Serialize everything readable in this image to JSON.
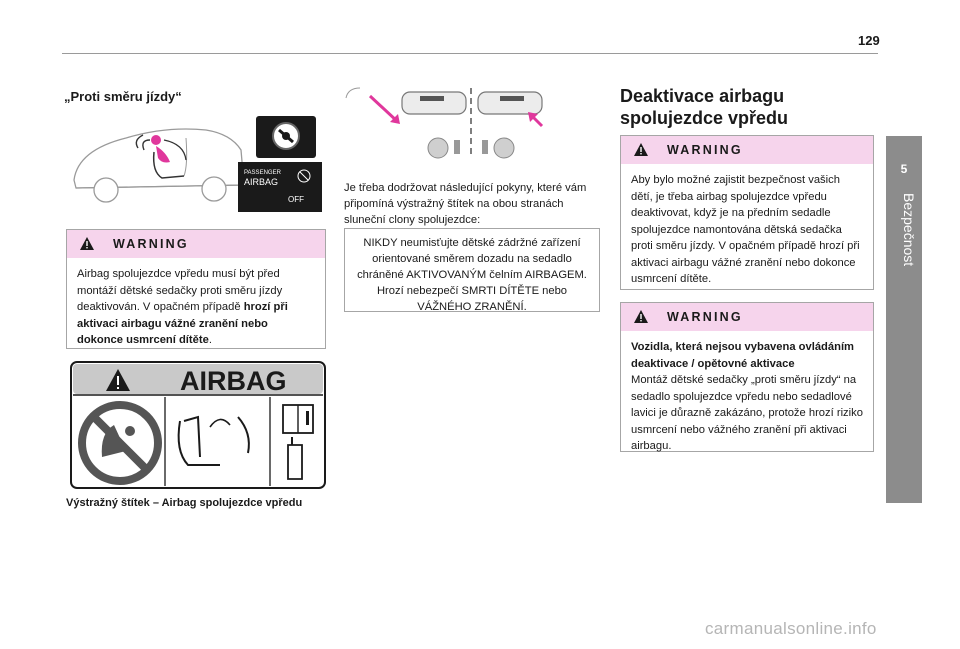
{
  "page": {
    "number": "129",
    "side_tab": {
      "number": "5",
      "label": "Bezpečnost"
    }
  },
  "col1": {
    "heading": "„Proti směru jízdy“",
    "airbag_switch": {
      "passenger": "PASSENGER",
      "airbag": "AIRBAG",
      "off": "OFF"
    },
    "warning": {
      "title": "WARNING",
      "text_plain": "Airbag spolujezdce vpředu musí být před montáží dětské sedačky proti směru jízdy deaktivován. V opačném případě ",
      "text_bold": "hrozí při aktivaci airbagu vážné zranění nebo dokonce usmrcení dítěte",
      "text_end": "."
    },
    "label_image": {
      "title": "AIRBAG"
    },
    "caption": "Výstražný štítek – Airbag spolujezdce vpředu"
  },
  "col2": {
    "intro": "Je třeba dodržovat následující pokyny, které vám připomíná výstražný štítek na obou stranách sluneční clony spolujezdce:",
    "notice": "NIKDY neumisťujte dětské zádržné zařízení orientované směrem dozadu na sedadlo chráněné AKTIVOVANÝM čelním AIRBAGEM. Hrozí nebezpečí SMRTI DÍTĚTE nebo VÁŽNÉHO ZRANĚNÍ."
  },
  "col3": {
    "heading": "Deaktivace airbagu spolujezdce vpředu",
    "warning1": {
      "title": "WARNING",
      "text": "Aby bylo možné zajistit bezpečnost vašich dětí, je třeba airbag spolujezdce vpředu deaktivovat, když je na předním sedadle spolujezdce namontována dětská sedačka proti směru jízdy. V opačném případě hrozí při aktivaci airbagu vážné zranění nebo dokonce usmrcení dítěte."
    },
    "warning2": {
      "title": "WARNING",
      "text_bold": "Vozidla, která nejsou vybavena ovládáním deaktivace / opětovné aktivace",
      "text": "Montáž dětské sedačky „proti směru jízdy“ na sedadlo spolujezdce vpředu nebo sedadlové lavici je důrazně zakázáno, protože hrozí riziko usmrcení nebo vážného zranění při aktivaci airbagu."
    }
  },
  "watermark": "carmanualsonline.info",
  "colors": {
    "warning_header": "#f6d4ec",
    "side_tab": "#8c8c8c",
    "accent_pink": "#e0379c"
  }
}
